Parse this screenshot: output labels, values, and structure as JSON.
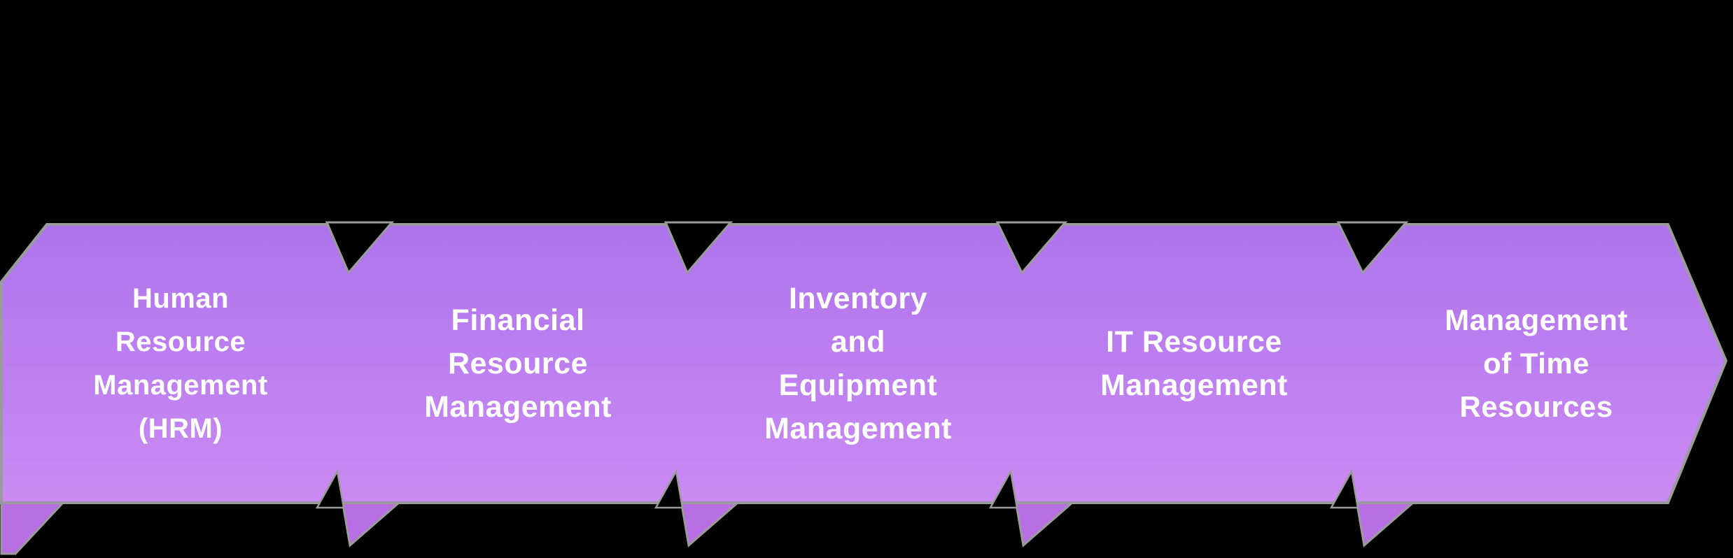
{
  "diagram": {
    "type": "chevron-process-ribbon",
    "direction": "left-to-right",
    "step_count": 5,
    "steps": [
      {
        "label": "Human\nResource\nManagement\n(HRM)"
      },
      {
        "label": "Financial\nResource\nManagement"
      },
      {
        "label": "Inventory\nand\nEquipment\nManagement"
      },
      {
        "label": "IT Resource\nManagement"
      },
      {
        "label": "Management\nof Time\nResources"
      }
    ]
  },
  "palette": {
    "background": "#000000",
    "chevron_fill_top": "#ad74ec",
    "chevron_fill_bottom": "#ca8bf2",
    "fold_tail_fill": "#b96fe4",
    "outline_gray": "#9b9b9b",
    "label_text": "#ffffff"
  }
}
